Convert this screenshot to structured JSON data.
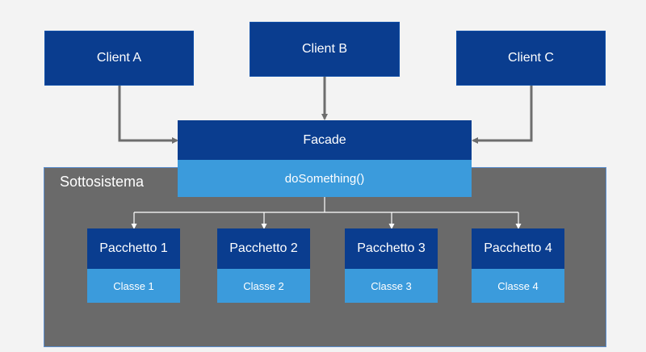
{
  "clients": [
    {
      "label": "Client A"
    },
    {
      "label": "Client B"
    },
    {
      "label": "Client C"
    }
  ],
  "facade": {
    "label": "Facade",
    "method": "doSomething()"
  },
  "subsystem": {
    "label": "Sottosistema",
    "packages": [
      {
        "label": "Pacchetto 1",
        "class_label": "Classe 1"
      },
      {
        "label": "Pacchetto 2",
        "class_label": "Classe 2"
      },
      {
        "label": "Pacchetto 3",
        "class_label": "Classe 3"
      },
      {
        "label": "Pacchetto 4",
        "class_label": "Classe 4"
      }
    ]
  },
  "colors": {
    "dark_blue": "#0a3d8f",
    "light_blue": "#3b9bdc",
    "subsystem_gray": "#6a6a6a",
    "connector_gray": "#6d6d6d"
  }
}
